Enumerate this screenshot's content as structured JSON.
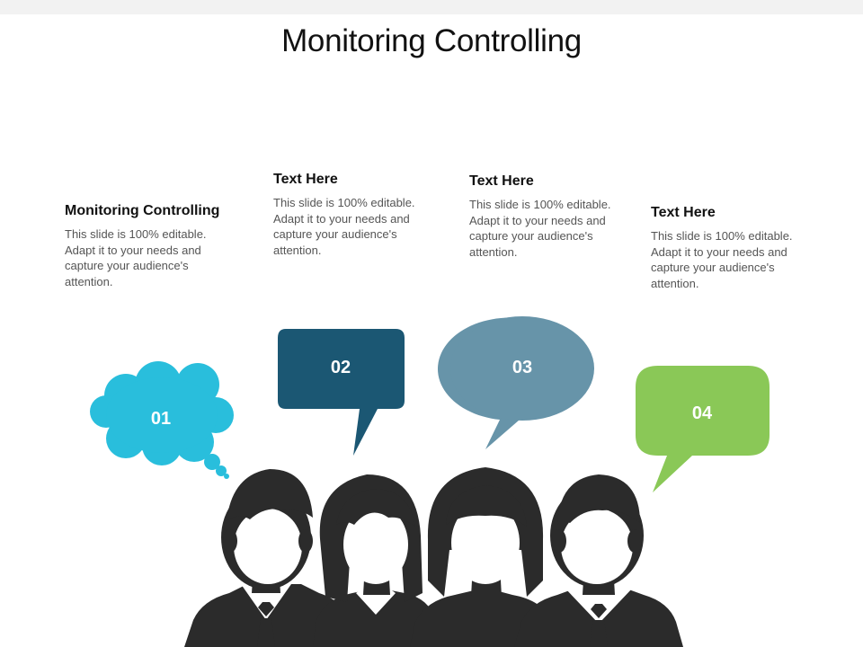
{
  "slide": {
    "title": "Monitoring Controlling"
  },
  "colors": {
    "cloud": "#29bedc",
    "box": "#1b5773",
    "oval": "#6794a9",
    "green": "#8ac857",
    "people": "#2b2b2b"
  },
  "blocks": [
    {
      "heading": "Monitoring Controlling",
      "body": "This slide is 100% editable. Adapt it to your needs and capture your audience's attention."
    },
    {
      "heading": "Text Here",
      "body": "This slide is 100% editable. Adapt it to your needs and capture your audience's attention."
    },
    {
      "heading": "Text Here",
      "body": "This slide is 100% editable. Adapt it to your needs and capture your audience's attention."
    },
    {
      "heading": "Text Here",
      "body": "This slide is 100% editable. Adapt it to your needs and capture your audience's attention."
    }
  ],
  "bubbles": [
    {
      "number": "01",
      "shape": "thought-cloud"
    },
    {
      "number": "02",
      "shape": "rectangle-callout"
    },
    {
      "number": "03",
      "shape": "oval-callout"
    },
    {
      "number": "04",
      "shape": "rounded-rectangle-callout"
    }
  ]
}
